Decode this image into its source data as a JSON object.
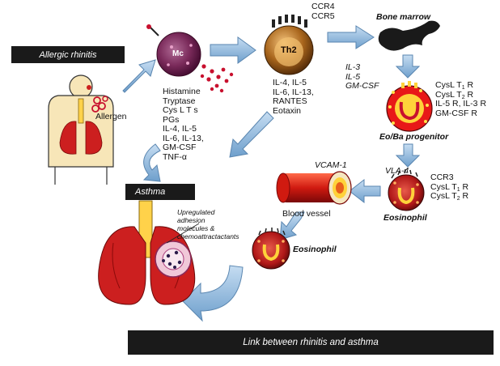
{
  "banners": {
    "allergic_rhinitis": "Allergic rhinitis",
    "asthma": "Asthma",
    "link": "Link between rhinitis and asthma"
  },
  "cells": {
    "mast_cell": "Mc",
    "th2": "Th2"
  },
  "labels": {
    "allergen": "Allergen",
    "ccr4": "CCR4",
    "ccr5": "CCR5",
    "bone_marrow": "Bone marrow",
    "eo_ba_progenitor": "Eo/Ba progenitor",
    "eosinophil_right": "Eosinophil",
    "eosinophil_bottom": "Eosinophil",
    "vcam1": "VCAM-1",
    "vla4": "VLA-4",
    "blood_vessel": "Blood vessel"
  },
  "mediator_list": [
    "Histamine",
    "Tryptase",
    "Cys L T s",
    "PGs",
    "IL-4, IL-5",
    "IL-6, IL-13,",
    "GM-CSF",
    "TNF-α"
  ],
  "th2_cytokines": [
    "IL-4, IL-5",
    "IL-6, IL-13,",
    "RANTES",
    "Eotaxin"
  ],
  "growth_factors": [
    "IL-3",
    "IL-5",
    "GM-CSF"
  ],
  "progenitor_receptors": [
    {
      "main": "CysL T",
      "sub": "1",
      "tail": " R"
    },
    {
      "main": "CysL T",
      "sub": "2",
      "tail": " R"
    },
    {
      "main": "IL-5 R, IL-3 R",
      "sub": "",
      "tail": ""
    },
    {
      "main": "GM-CSF R",
      "sub": "",
      "tail": ""
    }
  ],
  "eosinophil_receptors": [
    {
      "main": "CCR3",
      "sub": "",
      "tail": ""
    },
    {
      "main": "CysL T",
      "sub": "1",
      "tail": " R"
    },
    {
      "main": "CysL T",
      "sub": "2",
      "tail": " R"
    }
  ],
  "adhesion_note": [
    "Upregulated",
    "adhesion",
    "molecules &",
    "chemoattractactants"
  ],
  "colors": {
    "arrow": "#8fb8e0",
    "mast_cell": "#7a2a5a",
    "granule": "#c8102e",
    "th2": "#9a5a1a",
    "lung": "#cc1f1f",
    "banner": "#1a1a1a"
  }
}
